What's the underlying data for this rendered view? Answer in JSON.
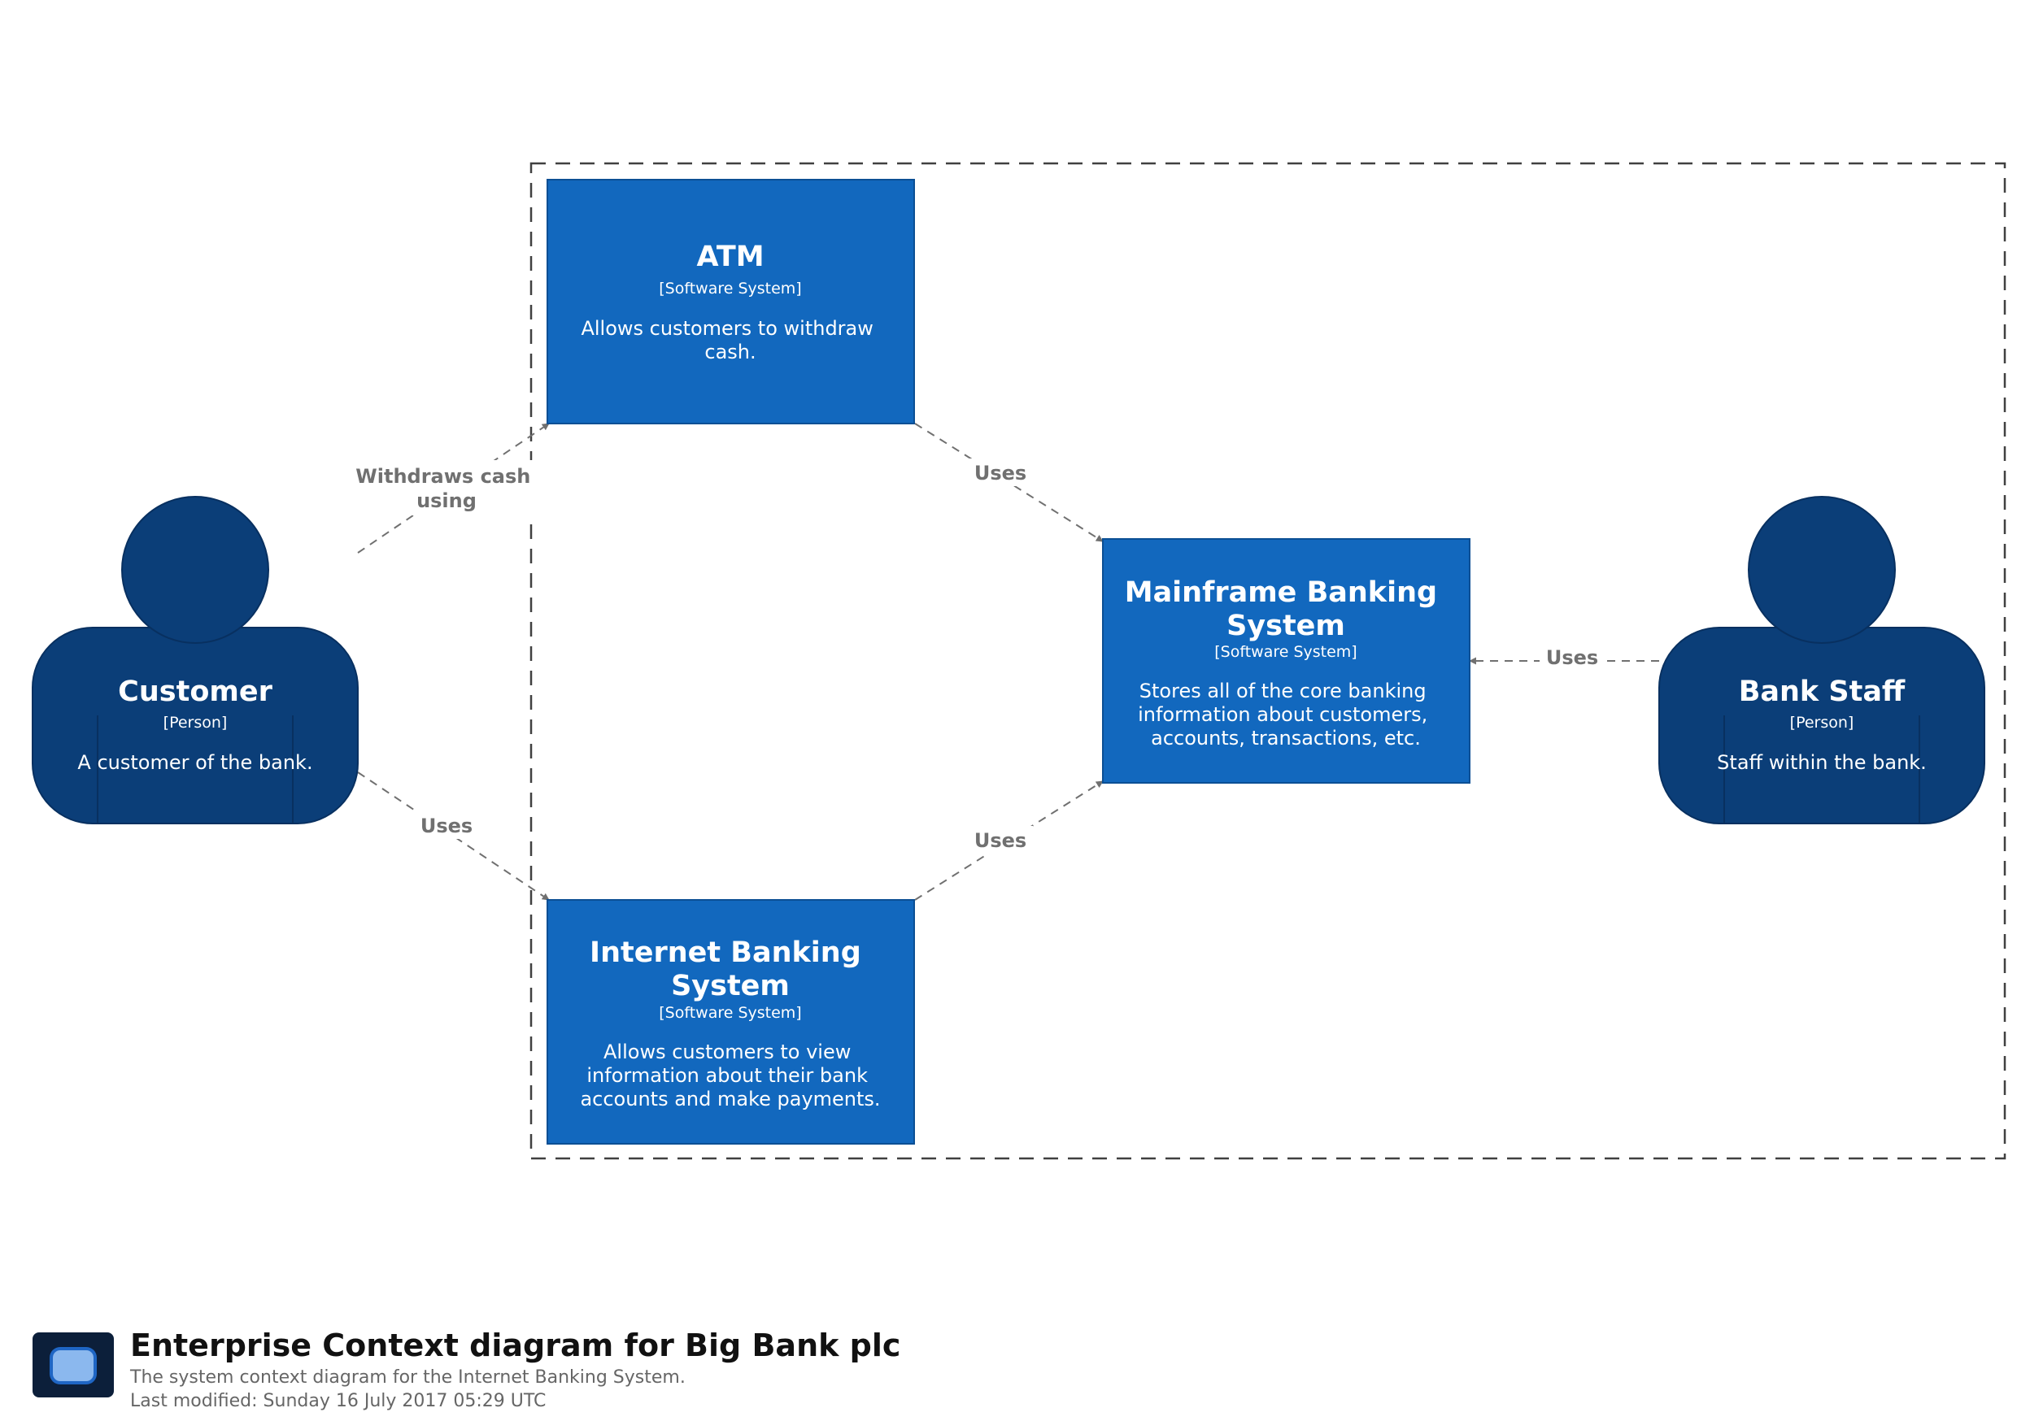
{
  "colors": {
    "person": "#0b3e78",
    "software_system": "#1268be",
    "edge": "#707070",
    "boundary": "#404040"
  },
  "elements": {
    "customer": {
      "name": "Customer",
      "kind": "[Person]",
      "description": [
        "A customer of the bank."
      ]
    },
    "atm": {
      "name": "ATM",
      "kind": "[Software System]",
      "description": [
        "Allows customers to withdraw",
        "cash."
      ]
    },
    "mainframe": {
      "name": [
        "Mainframe Banking",
        "System"
      ],
      "kind": "[Software System]",
      "description": [
        "Stores all of the core banking",
        "information about customers,",
        "accounts, transactions, etc."
      ]
    },
    "internet_banking": {
      "name": [
        "Internet Banking",
        "System"
      ],
      "kind": "[Software System]",
      "description": [
        "Allows customers to view",
        "information about their bank",
        "accounts and make payments."
      ]
    },
    "bank_staff": {
      "name": "Bank Staff",
      "kind": "[Person]",
      "description": [
        "Staff within the bank."
      ]
    }
  },
  "relationships": [
    {
      "from": "Customer",
      "to": "ATM",
      "label": [
        "Withdraws cash",
        "using"
      ]
    },
    {
      "from": "Customer",
      "to": "Internet Banking System",
      "label": [
        "Uses"
      ]
    },
    {
      "from": "ATM",
      "to": "Mainframe Banking System",
      "label": [
        "Uses"
      ]
    },
    {
      "from": "Internet Banking System",
      "to": "Mainframe Banking System",
      "label": [
        "Uses"
      ]
    },
    {
      "from": "Bank Staff",
      "to": "Mainframe Banking System",
      "label": [
        "Uses"
      ]
    }
  ],
  "footer": {
    "title": "Enterprise Context diagram for Big Bank plc",
    "description": "The system context diagram for the Internet Banking System.",
    "last_modified": "Last modified: Sunday 16 July 2017 05:29 UTC",
    "logo_icon": "structurizr-logo-icon"
  }
}
